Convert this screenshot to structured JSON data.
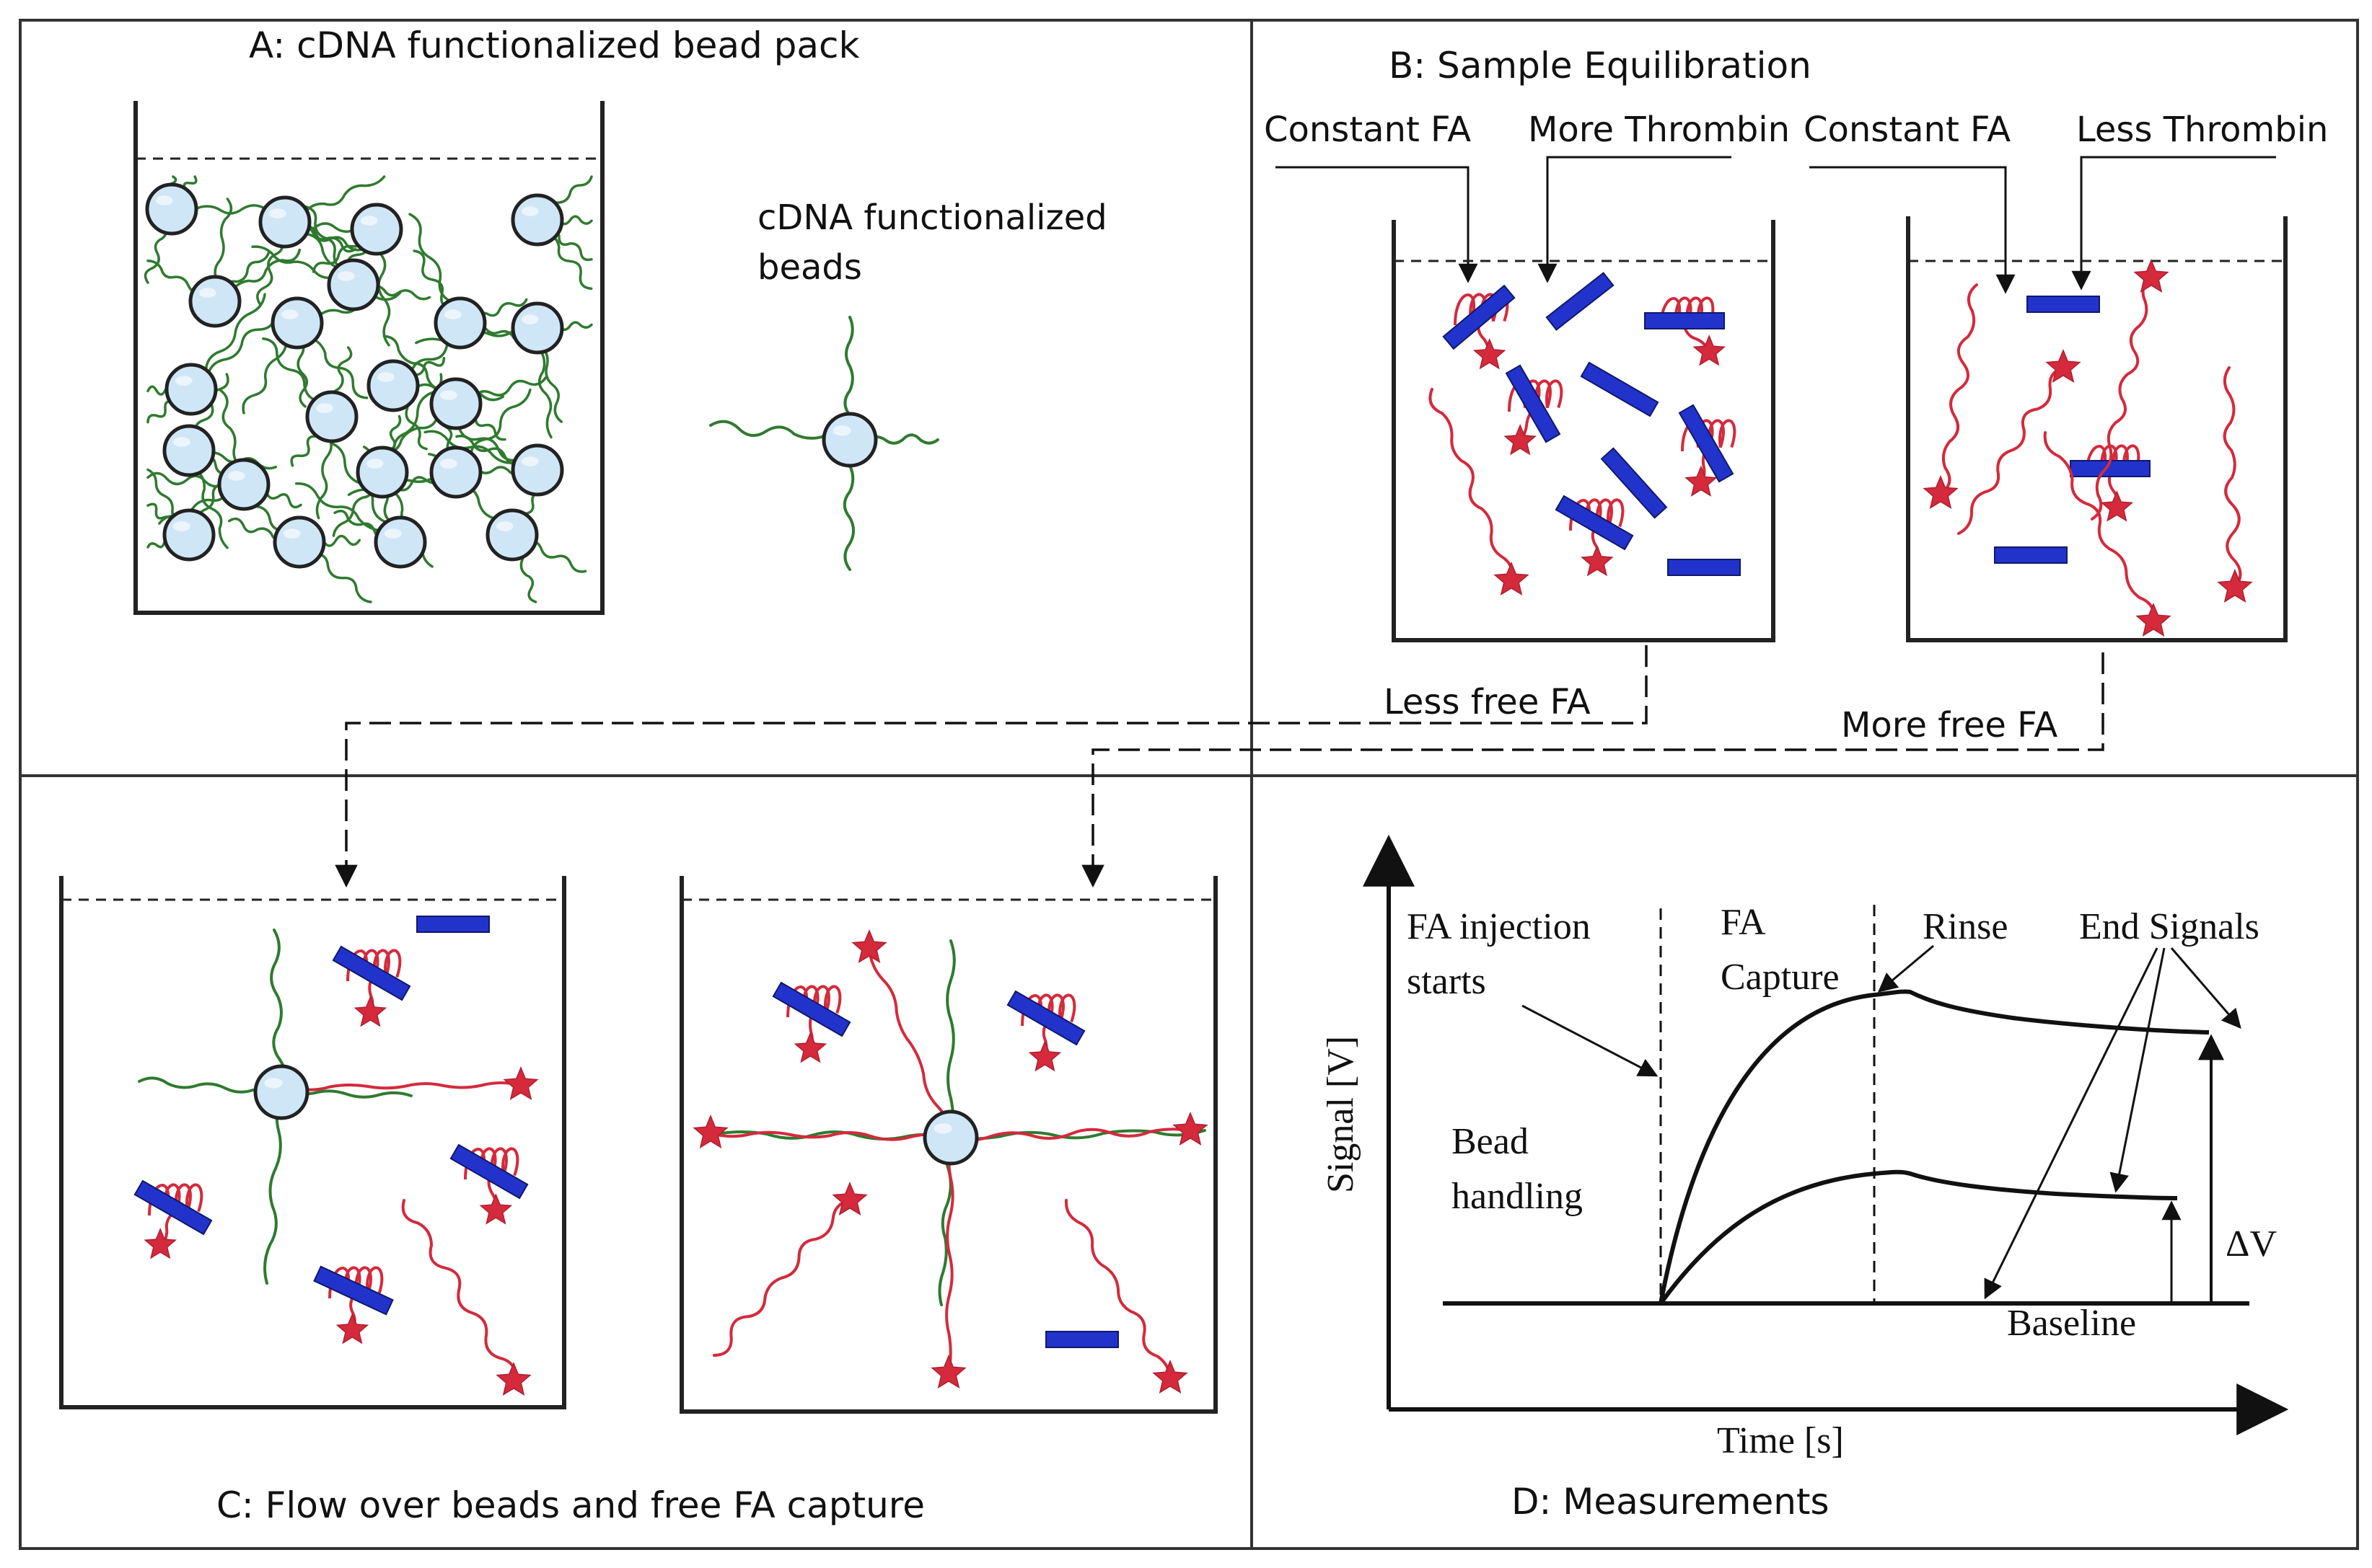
{
  "panels": {
    "a": {
      "title": "A: cDNA functionalized bead pack",
      "bead_label_line1": "cDNA functionalized",
      "bead_label_line2": "beads"
    },
    "b": {
      "title": "B: Sample Equilibration",
      "left_fa": "Constant FA",
      "left_thrombin": "More Thrombin",
      "right_fa": "Constant FA",
      "right_thrombin": "Less Thrombin",
      "left_result": "Less free FA",
      "right_result": "More free FA"
    },
    "c": {
      "title": "C: Flow over beads and free FA capture"
    },
    "d": {
      "title": "D: Measurements",
      "y_axis": "Signal [V]",
      "x_axis": "Time [s]",
      "injection_line1": "FA injection",
      "injection_line2": "starts",
      "capture_line1": "FA",
      "capture_line2": "Capture",
      "rinse": "Rinse",
      "end_signals": "End Signals",
      "bead_line1": "Bead",
      "bead_line2": "handling",
      "delta_v": "ΔV",
      "baseline": "Baseline"
    }
  },
  "colors": {
    "border": "#333333",
    "bead_fill": "#cfe6f7",
    "strand_green": "#2f7a2f",
    "strand_red": "#d42a3c",
    "thrombin_blue": "#2233cc"
  }
}
